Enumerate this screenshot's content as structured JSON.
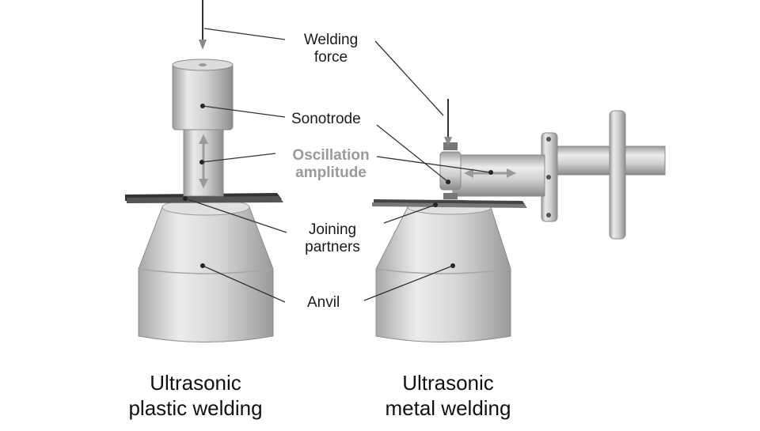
{
  "labels": {
    "welding_force": [
      "Welding",
      "force"
    ],
    "sonotrode": "Sonotrode",
    "oscillation_amplitude": [
      "Oscillation",
      "amplitude"
    ],
    "joining_partners": [
      "Joining",
      "partners"
    ],
    "anvil": "Anvil"
  },
  "captions": {
    "plastic": [
      "Ultrasonic",
      "plastic welding"
    ],
    "metal": [
      "Ultrasonic",
      "metal welding"
    ]
  },
  "colors": {
    "arrow_gray": "#9a9a9a",
    "metal_light": "#e6e6e6",
    "metal_mid": "#bdbdbd",
    "metal_dark": "#8a8a8a",
    "sheet_dark": "#2b2b2b"
  }
}
